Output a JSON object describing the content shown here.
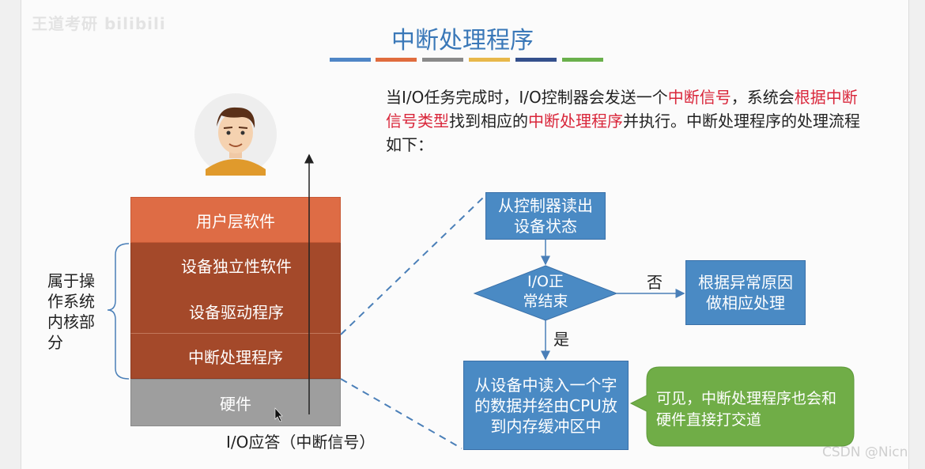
{
  "watermark": "王道考研 bilibili",
  "title": "中断处理程序",
  "title_bar_colors": [
    "#4f86c6",
    "#e06c3e",
    "#8a8a8a",
    "#e8b84a",
    "#34508c",
    "#6ab04c"
  ],
  "intro": {
    "p1": "当I/O任务完成时，I/O控制器会发送一个",
    "r1": "中断信号",
    "p2": "，系统会",
    "r2": "根据中断信号类型",
    "p3": "找到相应的",
    "r3": "中断处理程序",
    "p4": "并执行。中断处理程序的处理流程如下："
  },
  "layers": {
    "user": "用户层软件",
    "independent": "设备独立性软件",
    "driver": "设备驱动程序",
    "interrupt": "中断处理程序",
    "hardware": "硬件"
  },
  "kernel_label": "属于操作系统内核部分",
  "io_label": "I/O应答（中断信号）",
  "flow": {
    "read_status": "从控制器读出设备状态",
    "decision": "I/O正常结束",
    "no": "否",
    "yes": "是",
    "exception": "根据异常原因做相应处理",
    "read_data": "从设备中读入一个字的数据并经由CPU放到内存缓冲区中"
  },
  "callout": "可见，中断处理程序也会和硬件直接打交道",
  "footer": "CSDN @Nicn",
  "colors": {
    "title": "#3a78b8",
    "highlight": "#d9263a",
    "user_layer": "#de6c45",
    "kernel_layer": "#a4492a",
    "hardware_layer": "#9e9e9e",
    "flow_box": "#4a8ac4",
    "callout": "#70ad47"
  }
}
